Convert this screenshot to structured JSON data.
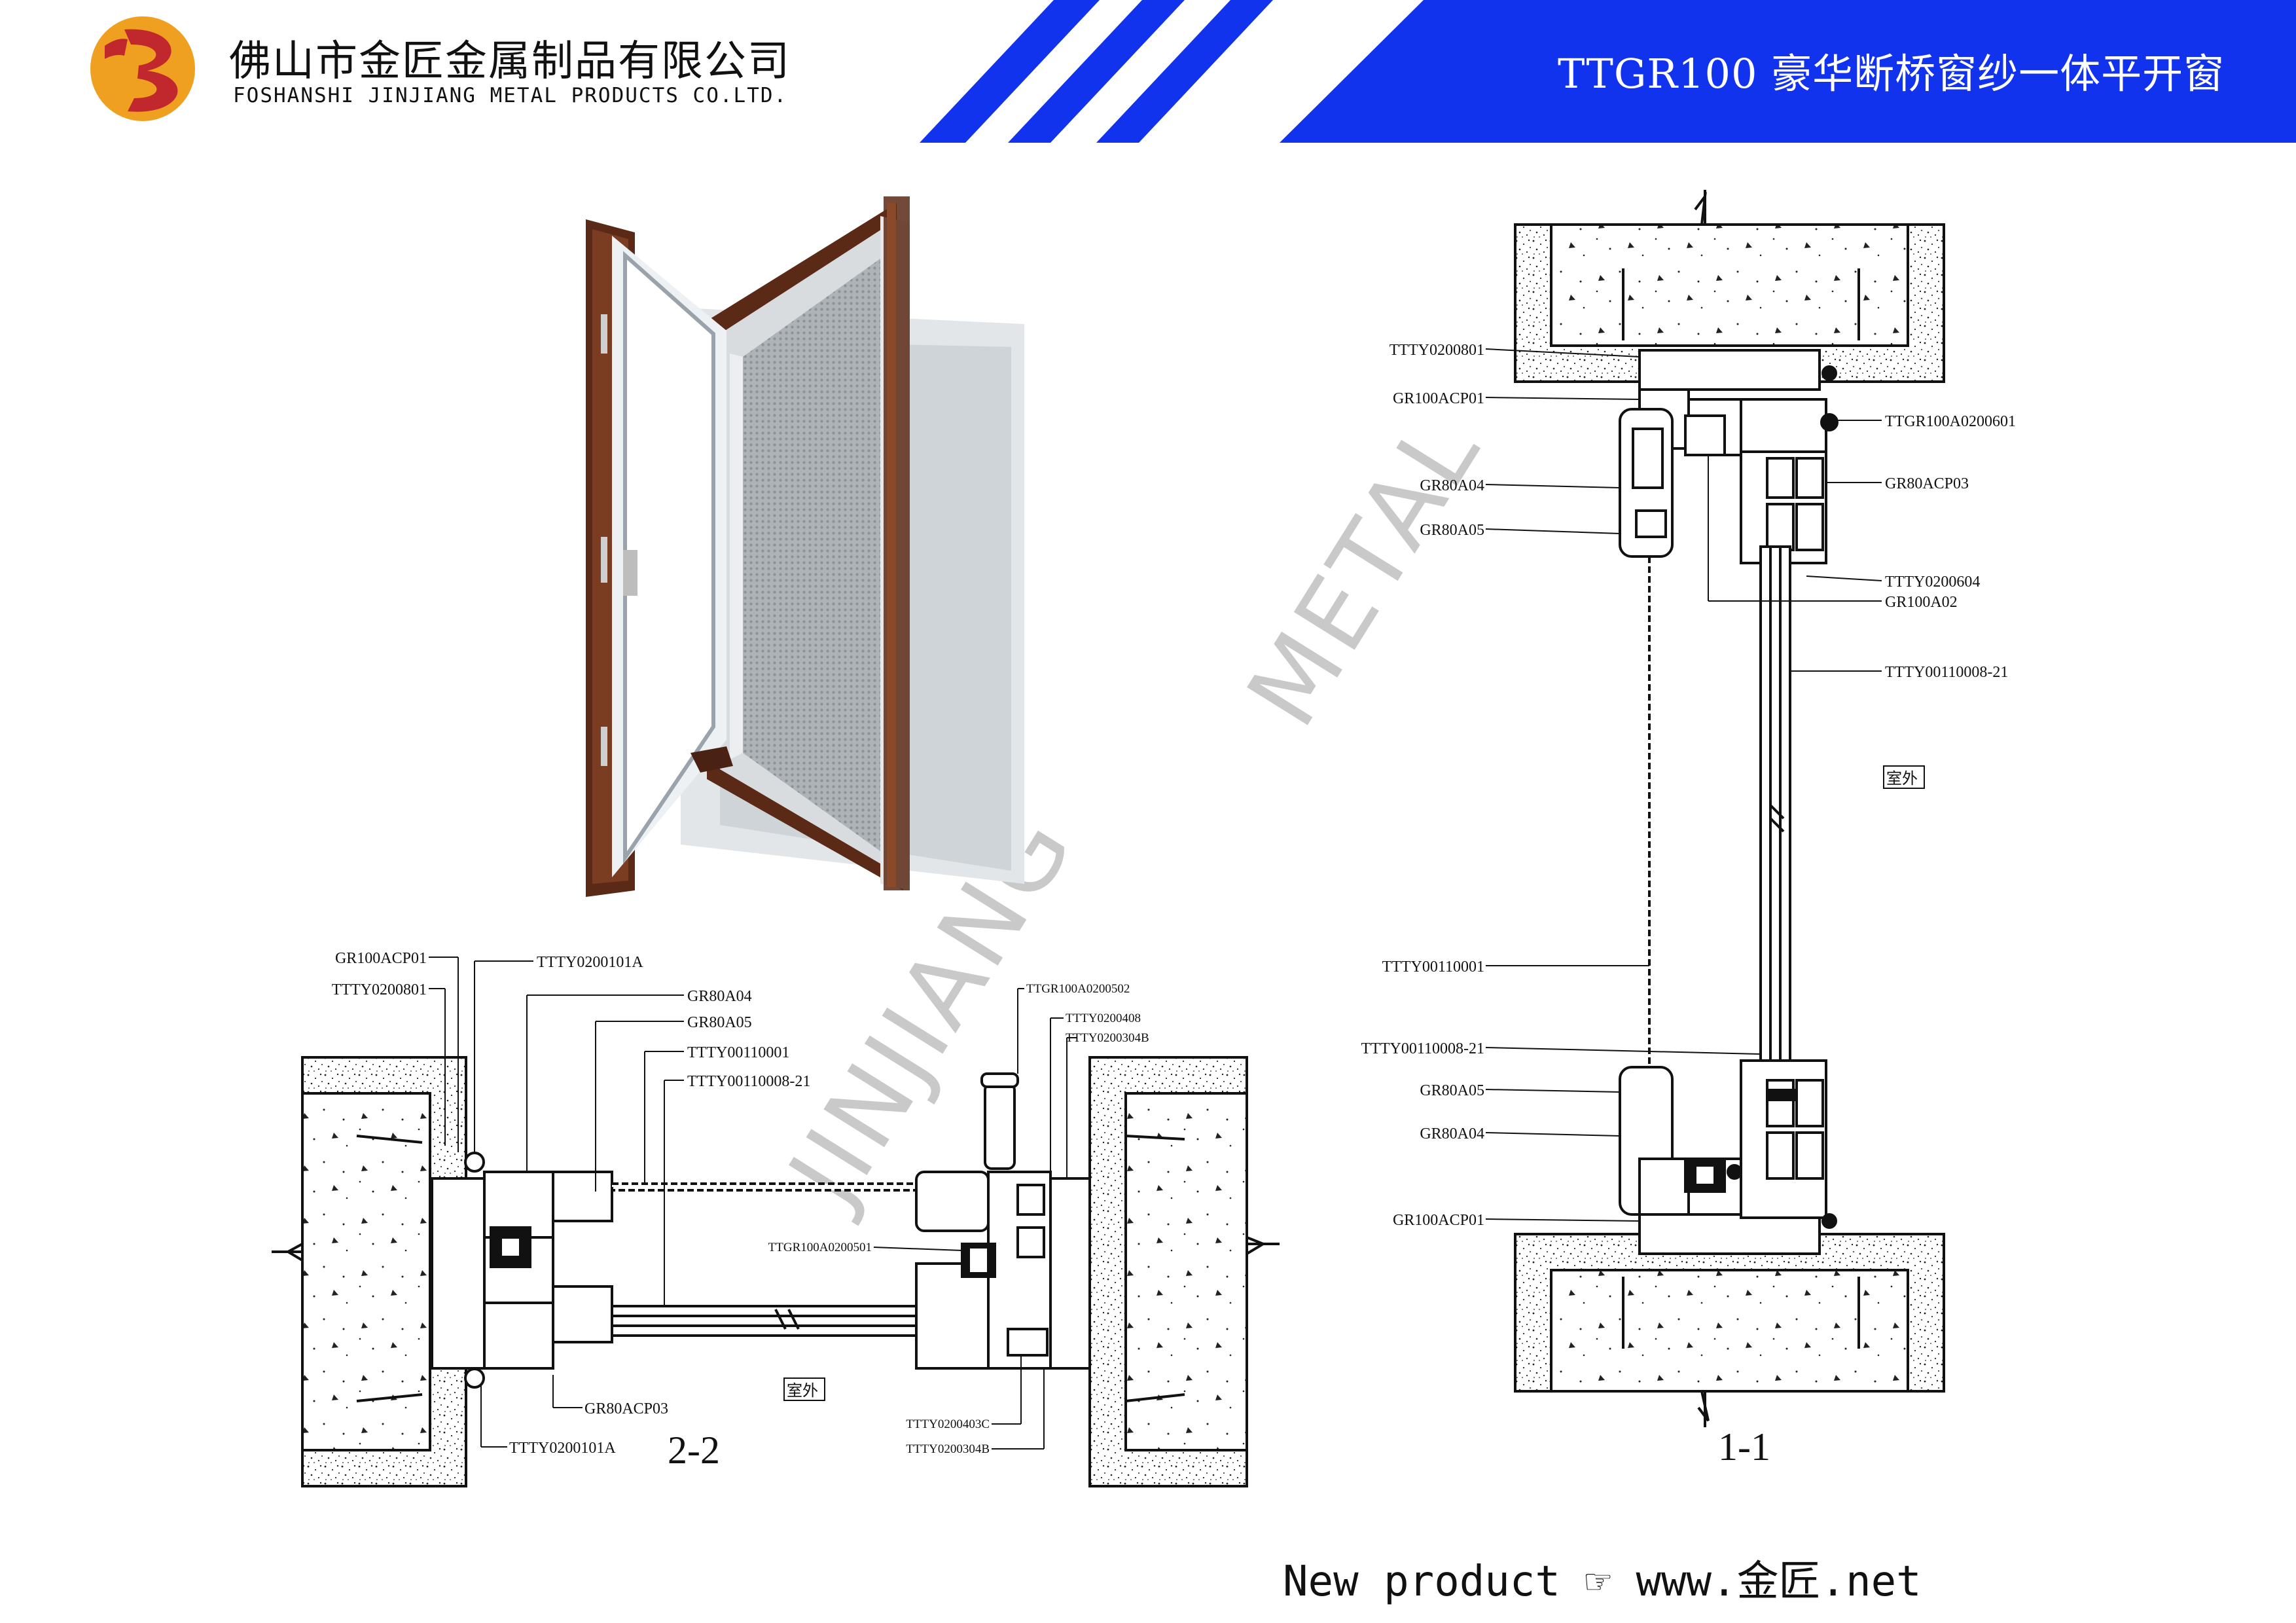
{
  "header": {
    "company_cn": "佛山市金匠金属制品有限公司",
    "company_en": "FOSHANSHI JINJIANG METAL PRODUCTS CO.LTD.",
    "product_title": "TTGR100 豪华断桥窗纱一体平开窗",
    "logo_color": "#f0a020",
    "logo_accent": "#c0282d",
    "band_color": "#1133ee"
  },
  "watermark": {
    "line1": "JINJIANG",
    "line2": "METAL"
  },
  "section_2_2": {
    "title": "2-2",
    "outdoor_label": "室外",
    "labels_left": [
      "GR100ACP01",
      "TTTY0200801",
      "TTTY0200101A",
      "GR80A04",
      "GR80A05",
      "TTTY00110001",
      "TTTY00110008-21",
      "GR80ACP03",
      "TTTY0200101A"
    ],
    "labels_right": [
      "TTGR100A0200502",
      "TTTY0200408",
      "TTTY0200304B",
      "TTGR100A0200501",
      "TTTY0200403C",
      "TTTY0200304B"
    ]
  },
  "section_1_1": {
    "title": "1-1",
    "outdoor_label": "室外",
    "labels_left": [
      "TTTY0200801",
      "GR100ACP01",
      "GR80A04",
      "GR80A05",
      "TTTY00110001",
      "TTTY00110008-21",
      "GR80A05",
      "GR80A04",
      "GR100ACP01"
    ],
    "labels_right": [
      "TTGR100A0200601",
      "GR80ACP03",
      "TTTY0200604",
      "GR100A02",
      "TTTY00110008-21"
    ]
  },
  "footer": {
    "text": "New product ☞  www.金匠.net"
  }
}
